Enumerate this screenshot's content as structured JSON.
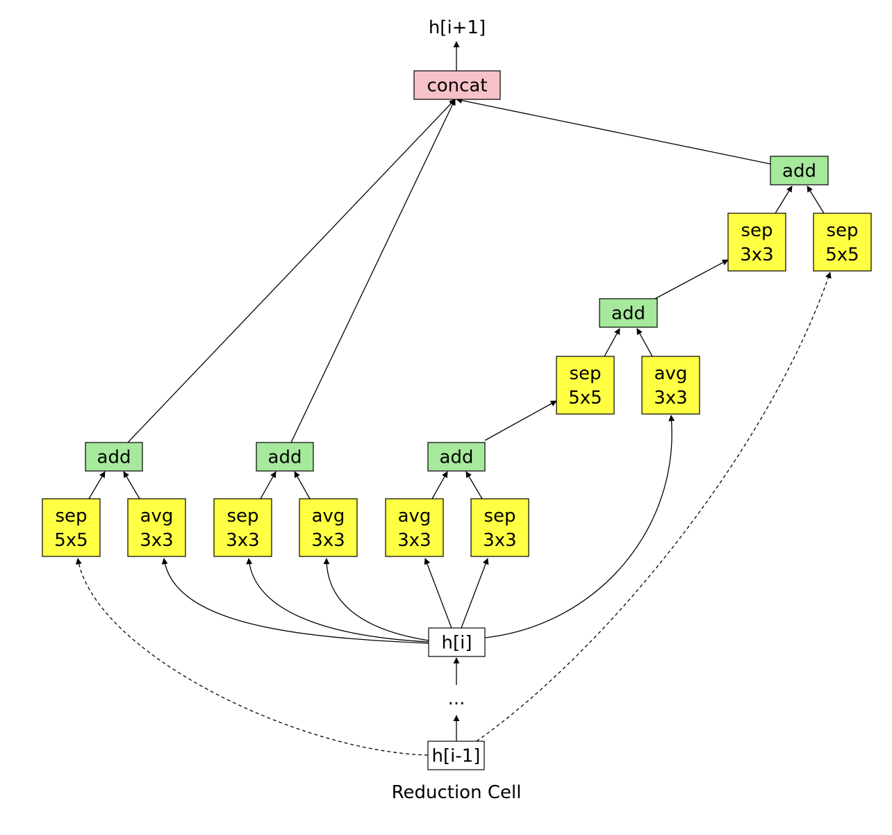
{
  "diagram": {
    "caption": "Reduction Cell",
    "output_label": "h[i+1]",
    "ellipsis": "...",
    "colors": {
      "op": "#ffff44",
      "add": "#a6e89c",
      "concat": "#f7c1c9",
      "input": "#ffffff",
      "stroke": "#000000"
    },
    "nodes": [
      {
        "id": "concat",
        "kind": "concat",
        "lines": [
          "concat"
        ]
      },
      {
        "id": "add_r",
        "kind": "add",
        "lines": [
          "add"
        ]
      },
      {
        "id": "sep3_r",
        "kind": "op",
        "lines": [
          "sep",
          "3x3"
        ]
      },
      {
        "id": "sep5_r",
        "kind": "op",
        "lines": [
          "sep",
          "5x5"
        ]
      },
      {
        "id": "add_m",
        "kind": "add",
        "lines": [
          "add"
        ]
      },
      {
        "id": "sep5_m",
        "kind": "op",
        "lines": [
          "sep",
          "5x5"
        ]
      },
      {
        "id": "avg3_m",
        "kind": "op",
        "lines": [
          "avg",
          "3x3"
        ]
      },
      {
        "id": "add1",
        "kind": "add",
        "lines": [
          "add"
        ]
      },
      {
        "id": "add2",
        "kind": "add",
        "lines": [
          "add"
        ]
      },
      {
        "id": "add3",
        "kind": "add",
        "lines": [
          "add"
        ]
      },
      {
        "id": "op1",
        "kind": "op",
        "lines": [
          "sep",
          "5x5"
        ]
      },
      {
        "id": "op2",
        "kind": "op",
        "lines": [
          "avg",
          "3x3"
        ]
      },
      {
        "id": "op3",
        "kind": "op",
        "lines": [
          "sep",
          "3x3"
        ]
      },
      {
        "id": "op4",
        "kind": "op",
        "lines": [
          "avg",
          "3x3"
        ]
      },
      {
        "id": "op5",
        "kind": "op",
        "lines": [
          "avg",
          "3x3"
        ]
      },
      {
        "id": "op6",
        "kind": "op",
        "lines": [
          "sep",
          "3x3"
        ]
      },
      {
        "id": "hi",
        "kind": "input",
        "lines": [
          "h[i]"
        ]
      },
      {
        "id": "hi1",
        "kind": "input",
        "lines": [
          "h[i-1]"
        ]
      }
    ],
    "edges": [
      {
        "from": "concat",
        "to": "output",
        "style": "solid"
      },
      {
        "from": "add1",
        "to": "concat",
        "style": "solid"
      },
      {
        "from": "add2",
        "to": "concat",
        "style": "solid"
      },
      {
        "from": "add_r",
        "to": "concat",
        "style": "solid"
      },
      {
        "from": "sep3_r",
        "to": "add_r",
        "style": "solid"
      },
      {
        "from": "sep5_r",
        "to": "add_r",
        "style": "solid"
      },
      {
        "from": "add_m",
        "to": "sep3_r",
        "style": "solid"
      },
      {
        "from": "sep5_m",
        "to": "add_m",
        "style": "solid"
      },
      {
        "from": "avg3_m",
        "to": "add_m",
        "style": "solid"
      },
      {
        "from": "add3",
        "to": "sep5_m",
        "style": "solid"
      },
      {
        "from": "op1",
        "to": "add1",
        "style": "solid"
      },
      {
        "from": "op2",
        "to": "add1",
        "style": "solid"
      },
      {
        "from": "op3",
        "to": "add2",
        "style": "solid"
      },
      {
        "from": "op4",
        "to": "add2",
        "style": "solid"
      },
      {
        "from": "op5",
        "to": "add3",
        "style": "solid"
      },
      {
        "from": "op6",
        "to": "add3",
        "style": "solid"
      },
      {
        "from": "hi",
        "to": "op2",
        "style": "solid"
      },
      {
        "from": "hi",
        "to": "op3",
        "style": "solid"
      },
      {
        "from": "hi",
        "to": "op4",
        "style": "solid"
      },
      {
        "from": "hi",
        "to": "op5",
        "style": "solid"
      },
      {
        "from": "hi",
        "to": "op6",
        "style": "solid"
      },
      {
        "from": "hi",
        "to": "avg3_m",
        "style": "solid"
      },
      {
        "from": "ellipsis",
        "to": "hi",
        "style": "solid"
      },
      {
        "from": "hi1",
        "to": "ellipsis",
        "style": "solid"
      },
      {
        "from": "hi1",
        "to": "op1",
        "style": "dashed"
      },
      {
        "from": "hi1",
        "to": "sep5_r",
        "style": "dashed"
      }
    ]
  }
}
